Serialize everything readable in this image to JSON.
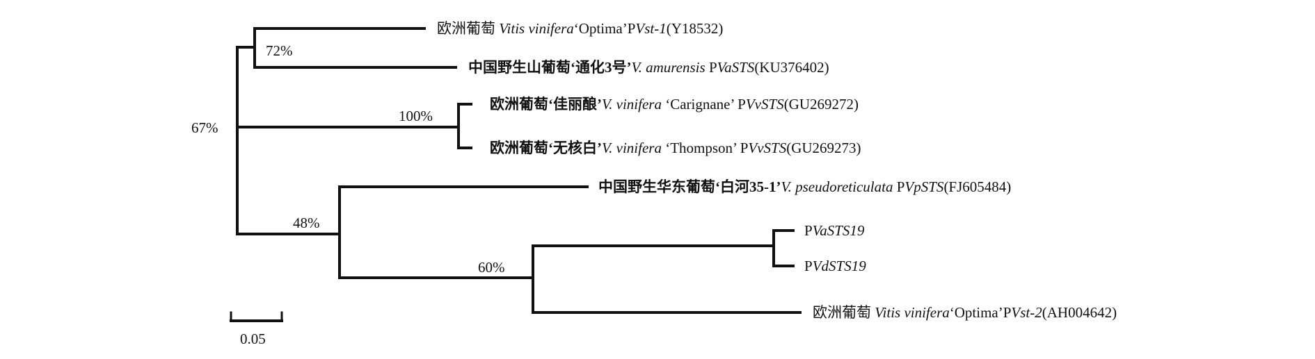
{
  "tree": {
    "leaves": [
      {
        "parts": [
          {
            "t": "欧洲葡萄 ",
            "s": "n"
          },
          {
            "t": "Vitis vinifera",
            "s": "i"
          },
          {
            "t": "‘Optima’P",
            "s": "n"
          },
          {
            "t": "Vst-1",
            "s": "i"
          },
          {
            "t": "(Y18532)",
            "s": "n"
          }
        ]
      },
      {
        "parts": [
          {
            "t": "中国野生山葡萄‘通化3号’",
            "s": "b"
          },
          {
            "t": "V. amurensis",
            "s": "i"
          },
          {
            "t": " P",
            "s": "n"
          },
          {
            "t": "VaSTS",
            "s": "i"
          },
          {
            "t": "(KU376402)",
            "s": "n"
          }
        ]
      },
      {
        "parts": [
          {
            "t": "欧洲葡萄‘佳丽酿’",
            "s": "b"
          },
          {
            "t": "V. vinifera",
            "s": "i"
          },
          {
            "t": "  ‘Carignane’ P",
            "s": "n"
          },
          {
            "t": "VvSTS",
            "s": "i"
          },
          {
            "t": "(GU269272)",
            "s": "n"
          }
        ]
      },
      {
        "parts": [
          {
            "t": "欧洲葡萄‘无核白’",
            "s": "b"
          },
          {
            "t": "V. vinifera",
            "s": "i"
          },
          {
            "t": "  ‘Thompson’ P",
            "s": "n"
          },
          {
            "t": "VvSTS",
            "s": "i"
          },
          {
            "t": "(GU269273)",
            "s": "n"
          }
        ]
      },
      {
        "parts": [
          {
            "t": "中国野生华东葡萄‘白河35-1’",
            "s": "b"
          },
          {
            "t": "V. pseudoreticulata",
            "s": "i"
          },
          {
            "t": " P",
            "s": "n"
          },
          {
            "t": "VpSTS",
            "s": "i"
          },
          {
            "t": "(FJ605484)",
            "s": "n"
          }
        ]
      },
      {
        "parts": [
          {
            "t": "P",
            "s": "n"
          },
          {
            "t": "VaSTS19",
            "s": "i"
          }
        ]
      },
      {
        "parts": [
          {
            "t": "P",
            "s": "n"
          },
          {
            "t": "VdSTS19",
            "s": "i"
          }
        ]
      },
      {
        "parts": [
          {
            "t": "欧洲葡萄 ",
            "s": "n"
          },
          {
            "t": "Vitis vinifera",
            "s": "i"
          },
          {
            "t": "‘Optima’P",
            "s": "n"
          },
          {
            "t": "Vst-2",
            "s": "i"
          },
          {
            "t": "(AH004642)",
            "s": "n"
          }
        ]
      }
    ],
    "bootstrap": [
      "72%",
      "67%",
      "100%",
      "48%",
      "60%"
    ],
    "scale_bar": "0.05"
  }
}
